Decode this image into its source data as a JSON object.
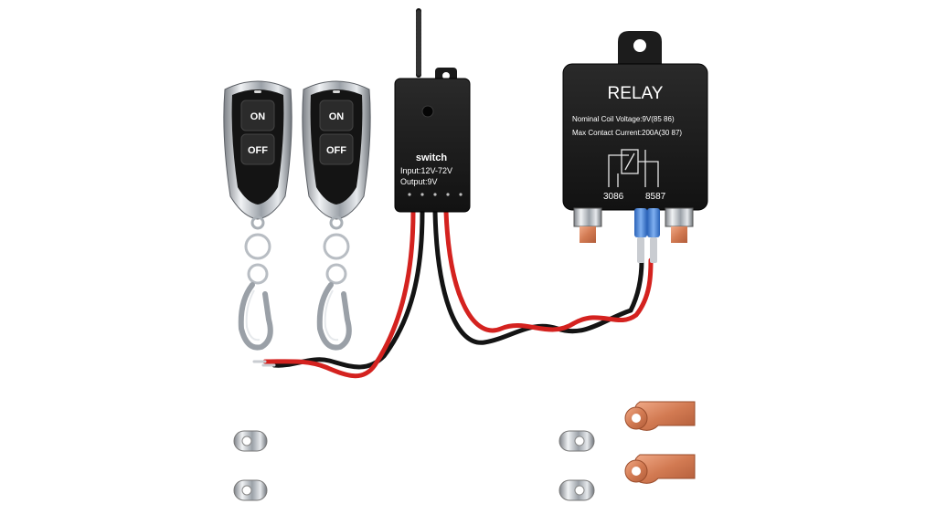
{
  "remotes": [
    {
      "on_label": "ON",
      "off_label": "OFF"
    },
    {
      "on_label": "ON",
      "off_label": "OFF"
    }
  ],
  "switch_module": {
    "title": "switch",
    "input_text": "Input:12V-72V",
    "output_text": "Output:9V"
  },
  "relay": {
    "title": "RELAY",
    "coil_voltage_text": "Nominal Coil Voltage:9V(85 86)",
    "contact_current_text": "Max Contact Current:200A(30 87)",
    "left_terminals": "3086",
    "right_terminals": "8587"
  },
  "colors": {
    "wire_red": "#d4221f",
    "wire_black": "#141414",
    "housing": "#1c1c1c",
    "copper": "#d9825a",
    "chrome": "#c9ccd1"
  }
}
